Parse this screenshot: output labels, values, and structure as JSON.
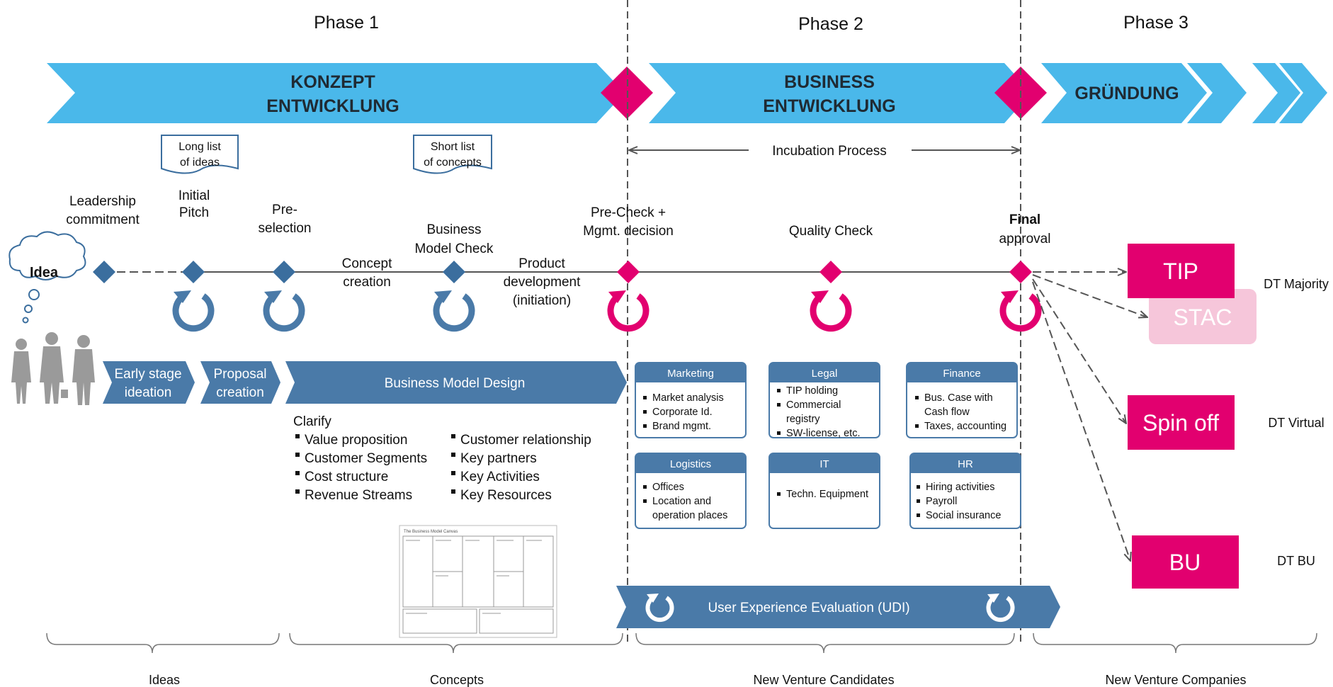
{
  "phases": [
    "Phase 1",
    "Phase 2",
    "Phase 3"
  ],
  "bands": {
    "konzept": [
      "KONZEPT",
      "ENTWICKLUNG"
    ],
    "business": [
      "BUSINESS",
      "ENTWICKLUNG"
    ],
    "gruendung": "GRÜNDUNG"
  },
  "docs": {
    "long_list": [
      "Long list",
      "of ideas"
    ],
    "short_list": [
      "Short list",
      "of concepts"
    ]
  },
  "incubation": "Incubation Process",
  "idea": "Idea",
  "milestones": {
    "leadership": [
      "Leadership",
      "commitment"
    ],
    "initial_pitch": [
      "Initial",
      "Pitch"
    ],
    "preselection": [
      "Pre-",
      "selection"
    ],
    "concept_creation": [
      "Concept",
      "creation"
    ],
    "bm_check": [
      "Business",
      "Model Check"
    ],
    "product_dev": [
      "Product",
      "development",
      "(initiation)"
    ],
    "precheck": [
      "Pre-Check  +",
      "Mgmt. decision"
    ],
    "quality": "Quality Check",
    "final": [
      "Final",
      "approval"
    ]
  },
  "stages": {
    "early": [
      "Early stage",
      "ideation"
    ],
    "proposal": [
      "Proposal",
      "creation"
    ],
    "bmd": "Business Model Design"
  },
  "clarify": {
    "title": "Clarify",
    "col1": [
      "Value proposition",
      "Customer Segments",
      "Cost structure",
      "Revenue Streams"
    ],
    "col2": [
      "Customer relationship",
      "Key partners",
      "Key Activities",
      "Key Resources"
    ]
  },
  "canvas_title": "The Business Model Canvas",
  "functions": {
    "marketing": {
      "title": "Marketing",
      "items": [
        "Market analysis",
        "Corporate Id.",
        "Brand mgmt."
      ]
    },
    "legal": {
      "title": "Legal",
      "items": [
        "TIP holding",
        "Commercial",
        "registry",
        "SW-license, etc."
      ]
    },
    "finance": {
      "title": "Finance",
      "items": [
        "Bus. Case with",
        "Cash flow",
        "Taxes, accounting"
      ]
    },
    "logistics": {
      "title": "Logistics",
      "items": [
        "Offices",
        "Location and",
        "operation places"
      ]
    },
    "it": {
      "title": "IT",
      "items": [
        "Techn. Equipment"
      ]
    },
    "hr": {
      "title": "HR",
      "items": [
        "Hiring activities",
        "Payroll",
        "Social insurance"
      ]
    }
  },
  "udi": "User Experience Evaluation (UDI)",
  "outcomes": {
    "tip": "TIP",
    "stac": "STAC",
    "spinoff": "Spin off",
    "bu": "BU",
    "dt_majority": "DT Majority",
    "dt_virtual": "DT Virtual",
    "dt_bu": "DT BU"
  },
  "bottom_labels": [
    "Ideas",
    "Concepts",
    "New Venture Candidates",
    "New Venture Companies"
  ],
  "colors": {
    "band_blue": "#4ab8ea",
    "steel_blue": "#4a7aa8",
    "magenta": "#e2006f",
    "stac_pink": "#f6c6da"
  }
}
